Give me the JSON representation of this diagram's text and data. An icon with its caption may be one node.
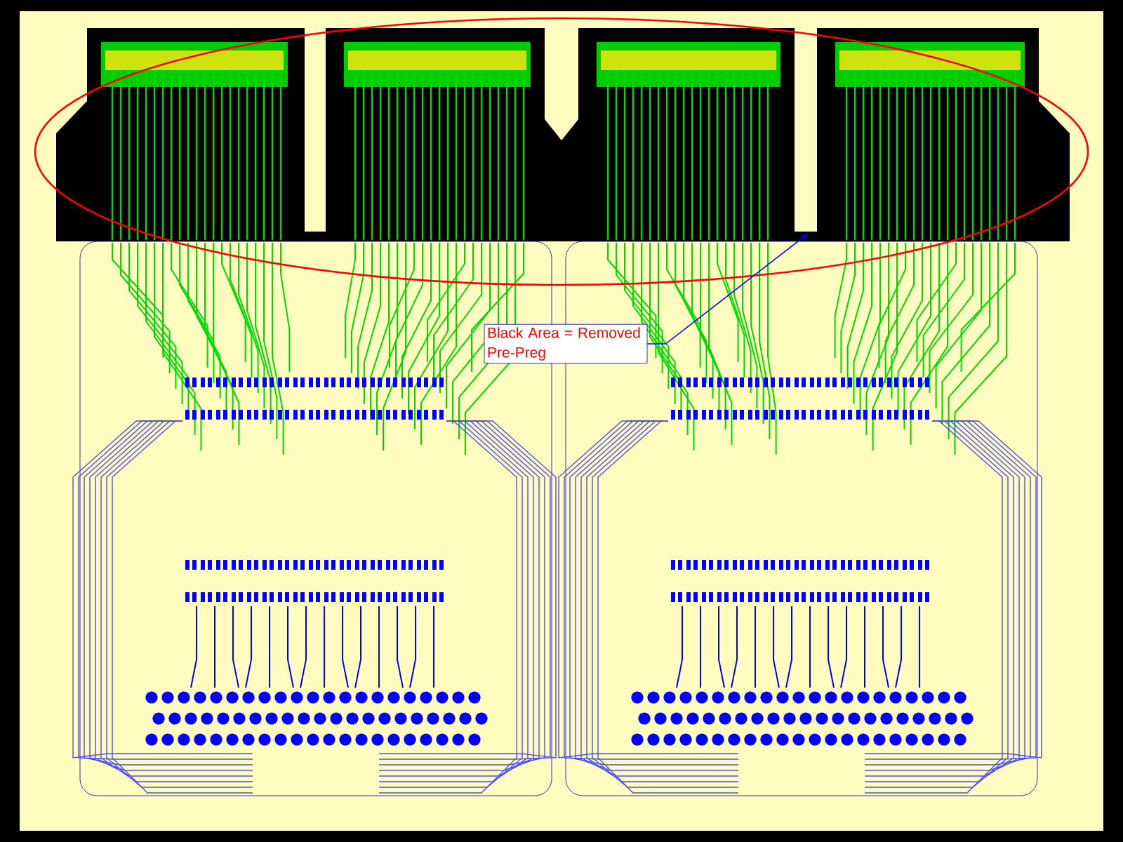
{
  "diagram": {
    "nodes": [
      {
        "text": [
          "Black Area = Removed Pre-Preg"
        ]
      },
      {
        "text": [],
        "shape": "box"
      }
    ],
    "edges": [
      {
        "from": 0,
        "to": 1,
        "arrow": "to"
      }
    ]
  }
}
